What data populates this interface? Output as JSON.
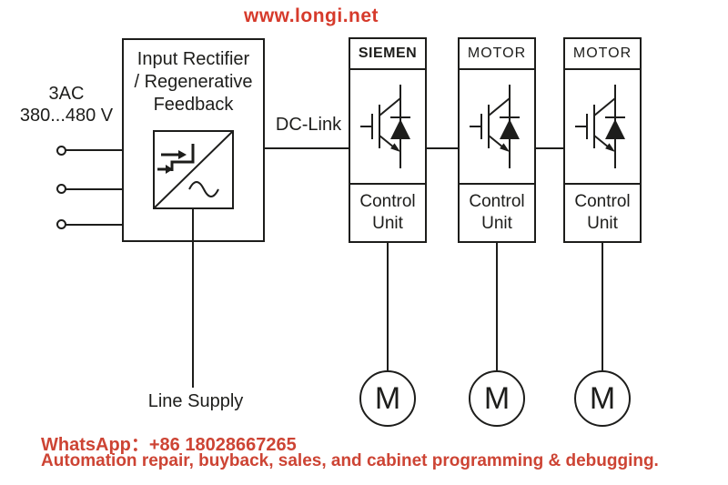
{
  "site_url": "www.longi.net",
  "colors": {
    "ink": "#1d1d1b",
    "red_header": "#d63a2b",
    "red_footer": "#cd4434"
  },
  "supply": {
    "line1": "3AC",
    "line2": "380...480 V"
  },
  "rectifier": {
    "lines": [
      "Input Rectifier",
      "/ Regenerative",
      "Feedback"
    ]
  },
  "labels": {
    "dc_link": "DC-Link",
    "line_supply": "Line Supply"
  },
  "modules": [
    {
      "header": "SIEMEN",
      "control": "Control Unit",
      "motor": "M"
    },
    {
      "header": "MOTOR",
      "control": "Control Unit",
      "motor": "M"
    },
    {
      "header": "MOTOR",
      "control": "Control Unit",
      "motor": "M"
    }
  ],
  "footer": {
    "whatsapp": "WhatsApp：+86 18028667265",
    "tagline": "Automation repair, buyback, sales, and cabinet programming & debugging."
  }
}
